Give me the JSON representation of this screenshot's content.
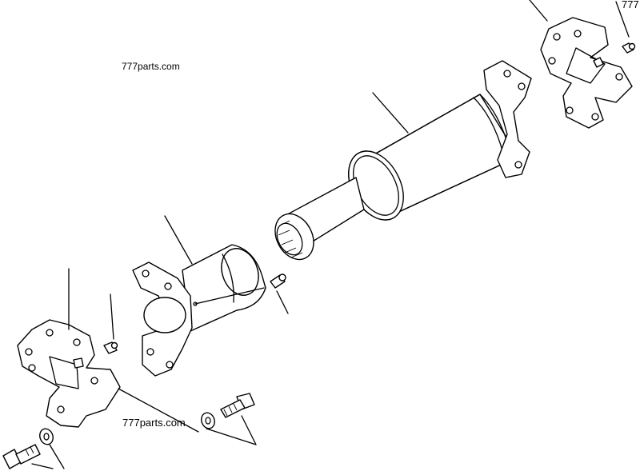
{
  "watermarks": {
    "top": "777parts.com",
    "bottom": "777parts.com",
    "corner": "777"
  },
  "colors": {
    "ink": "#000000",
    "paper": "#ffffff"
  }
}
